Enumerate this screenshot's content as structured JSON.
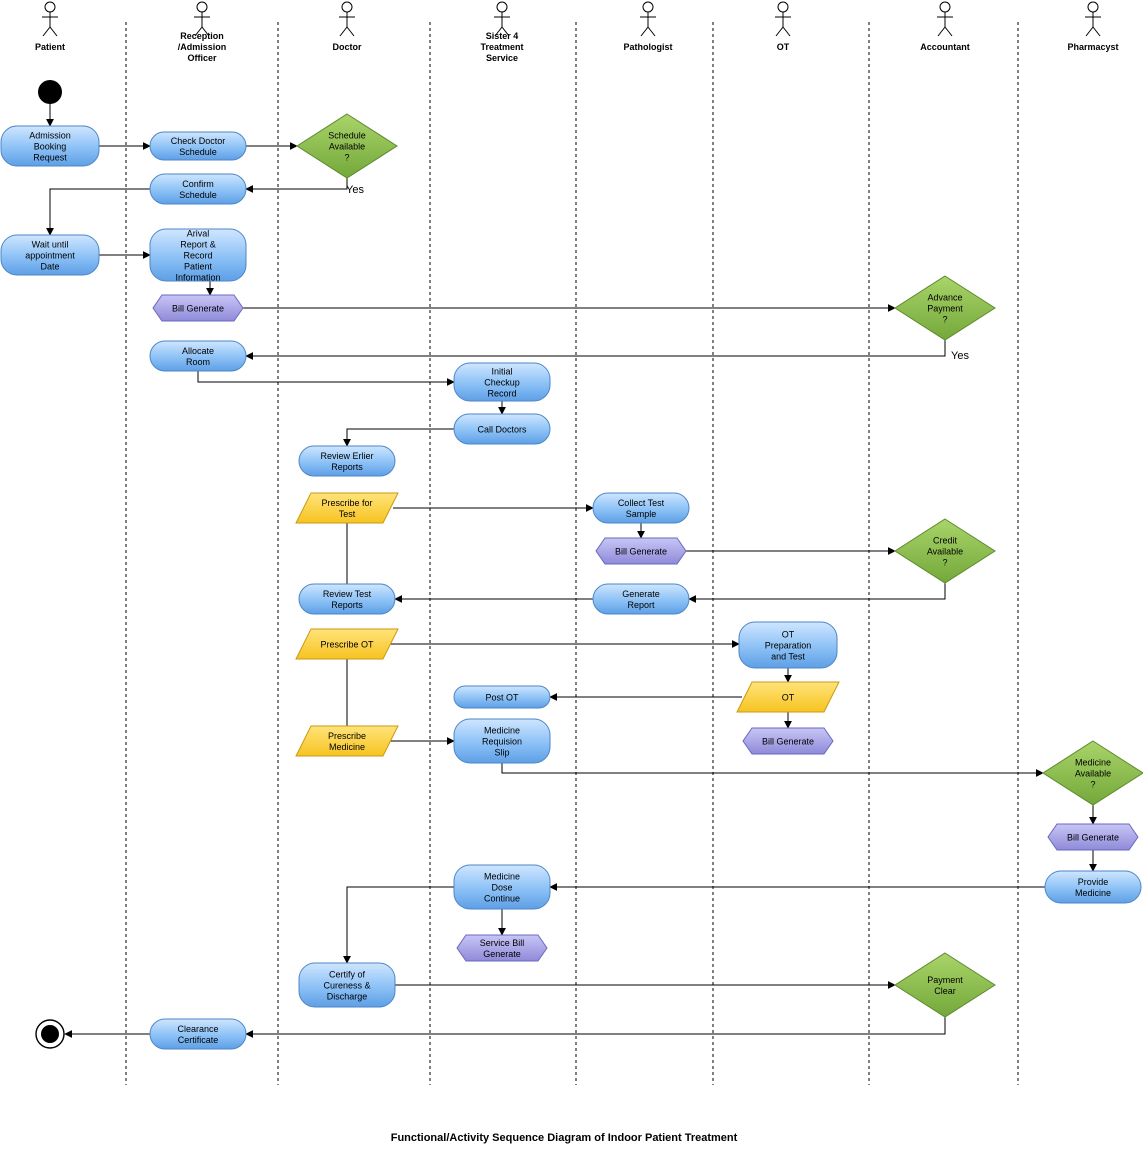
{
  "title": "Functional/Activity Sequence Diagram of Indoor Patient Treatment",
  "lanes": [
    {
      "id": "patient",
      "label": "Patient"
    },
    {
      "id": "reception",
      "label": "Reception /Admission Officer"
    },
    {
      "id": "doctor",
      "label": "Doctor"
    },
    {
      "id": "sister",
      "label": "Sister 4 Treatment Service"
    },
    {
      "id": "pathologist",
      "label": "Pathologist"
    },
    {
      "id": "ot",
      "label": "OT"
    },
    {
      "id": "accountant",
      "label": "Accountant"
    },
    {
      "id": "pharmacyst",
      "label": "Pharmacyst"
    }
  ],
  "nodes": [
    {
      "id": "start",
      "type": "start",
      "label": ""
    },
    {
      "id": "admission",
      "type": "activity",
      "label": "Admission Booking Request"
    },
    {
      "id": "check_schedule",
      "type": "activity",
      "label": "Check Doctor Schedule"
    },
    {
      "id": "schedule_available",
      "type": "decision",
      "label": "Schedule Available ?"
    },
    {
      "id": "confirm_schedule",
      "type": "activity",
      "label": "Confirm Schedule"
    },
    {
      "id": "wait_until",
      "type": "activity",
      "label": "Wait until appointment Date"
    },
    {
      "id": "arrival_report",
      "type": "activity",
      "label": "Arival Report & Record Patient Information"
    },
    {
      "id": "bill_gen_1",
      "type": "bill",
      "label": "Bill Generate"
    },
    {
      "id": "advance_payment",
      "type": "decision",
      "label": "Advance Payment ?"
    },
    {
      "id": "allocate_room",
      "type": "activity",
      "label": "Allocate Room"
    },
    {
      "id": "initial_checkup",
      "type": "activity",
      "label": "Initial Checkup Record"
    },
    {
      "id": "call_doctors",
      "type": "activity",
      "label": "Call Doctors"
    },
    {
      "id": "review_earlier",
      "type": "activity",
      "label": "Review Erlier Reports"
    },
    {
      "id": "prescribe_test",
      "type": "io",
      "label": "Prescribe for Test"
    },
    {
      "id": "collect_sample",
      "type": "activity",
      "label": "Collect Test Sample"
    },
    {
      "id": "bill_gen_2",
      "type": "bill",
      "label": "Bill Generate"
    },
    {
      "id": "credit_available",
      "type": "decision",
      "label": "Credit Available ?"
    },
    {
      "id": "generate_report",
      "type": "activity",
      "label": "Generate Report"
    },
    {
      "id": "review_test",
      "type": "activity",
      "label": "Review Test Reports"
    },
    {
      "id": "prescribe_ot",
      "type": "io",
      "label": "Prescribe OT"
    },
    {
      "id": "ot_prep",
      "type": "activity",
      "label": "OT Preparation and Test"
    },
    {
      "id": "ot_io",
      "type": "io",
      "label": "OT"
    },
    {
      "id": "bill_gen_3",
      "type": "bill",
      "label": "Bill Generate"
    },
    {
      "id": "post_ot",
      "type": "activity",
      "label": "Post OT"
    },
    {
      "id": "prescribe_medicine",
      "type": "io",
      "label": "Prescribe Medicine"
    },
    {
      "id": "medicine_slip",
      "type": "activity",
      "label": "Medicine Requision Slip"
    },
    {
      "id": "medicine_available",
      "type": "decision",
      "label": "Medicine Available ?"
    },
    {
      "id": "bill_gen_4",
      "type": "bill",
      "label": "Bill Generate"
    },
    {
      "id": "provide_medicine",
      "type": "activity",
      "label": "Provide Medicine"
    },
    {
      "id": "dose_continue",
      "type": "activity",
      "label": "Medicine Dose Continue"
    },
    {
      "id": "service_bill",
      "type": "bill",
      "label": "Service Bill Generate"
    },
    {
      "id": "certify",
      "type": "activity",
      "label": "Certify of Cureness & Discharge"
    },
    {
      "id": "payment_clear",
      "type": "decision",
      "label": "Payment Clear"
    },
    {
      "id": "clearance",
      "type": "activity",
      "label": "Clearance Certificate"
    },
    {
      "id": "end",
      "type": "end",
      "label": ""
    }
  ],
  "edge_labels": {
    "schedule_yes": "Yes",
    "advance_yes": "Yes"
  },
  "colors": {
    "activity": "#8cc1f6",
    "decision": "#8fbe4e",
    "io": "#fdd33c",
    "bill": "#a8a5e8",
    "line": "#000000"
  }
}
